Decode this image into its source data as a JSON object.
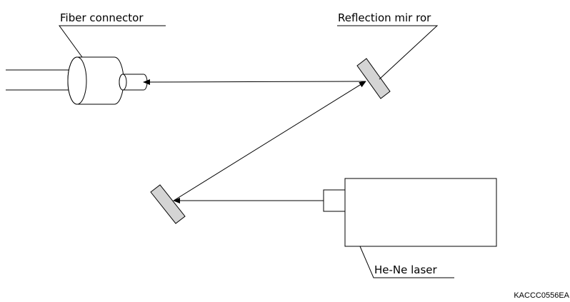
{
  "labels": {
    "fiber_connector": "Fiber connector",
    "reflection_mirror": "Reflection mir ror",
    "laser": "He-Ne laser",
    "figure_code": "KACCC0556EA"
  },
  "colors": {
    "mirror_fill": "#d4d4d4",
    "line": "#000000",
    "background": "#ffffff"
  }
}
